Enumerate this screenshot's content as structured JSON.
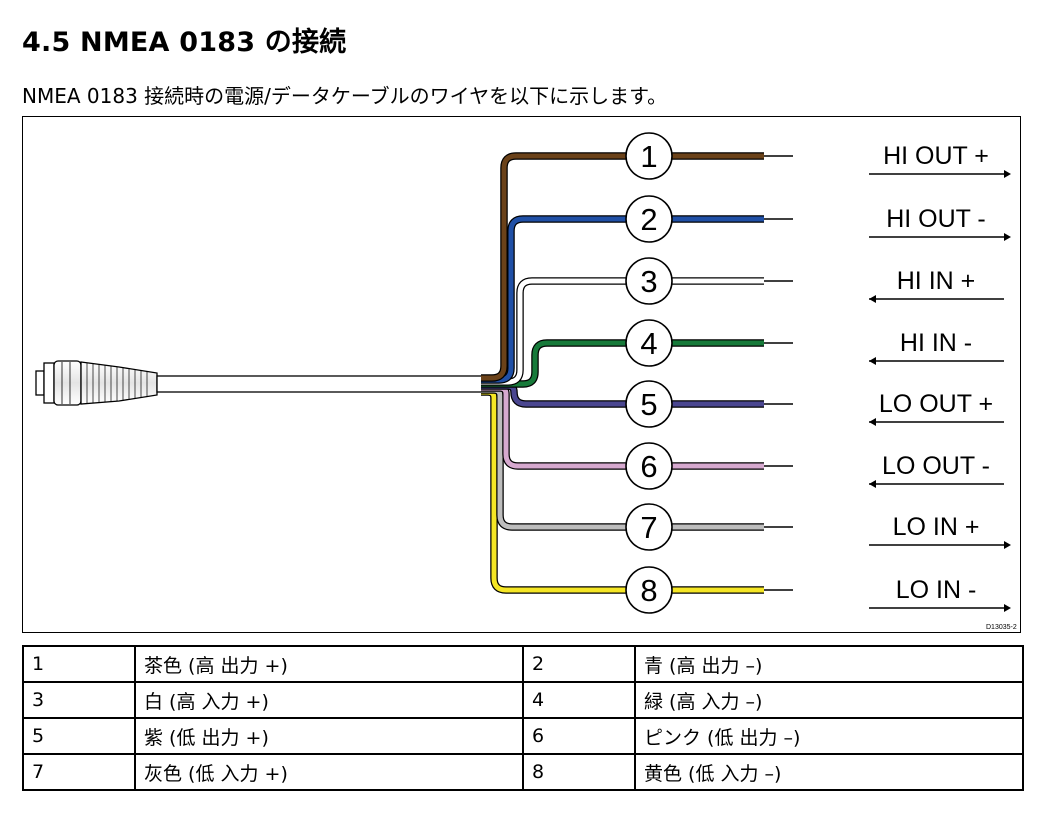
{
  "heading": "4.5 NMEA 0183 の接続",
  "intro": "NMEA 0183 接続時の電源/データケーブルのワイヤを以下に示します。",
  "diagram": {
    "reference": "D13035-2",
    "wires": [
      {
        "num": "1",
        "color": "#6b4219",
        "label": "HI OUT +",
        "direction": "out"
      },
      {
        "num": "2",
        "color": "#2050a6",
        "label": "HI OUT -",
        "direction": "out"
      },
      {
        "num": "3",
        "color": "#ffffff",
        "label": "HI IN +",
        "direction": "in"
      },
      {
        "num": "4",
        "color": "#177a3a",
        "label": "HI IN -",
        "direction": "in"
      },
      {
        "num": "5",
        "color": "#4a4690",
        "label": "LO OUT +",
        "direction": "in"
      },
      {
        "num": "6",
        "color": "#d6a9cf",
        "label": "LO OUT -",
        "direction": "in"
      },
      {
        "num": "7",
        "color": "#bdbdbd",
        "label": "LO IN +",
        "direction": "out"
      },
      {
        "num": "8",
        "color": "#f5e625",
        "label": "LO IN -",
        "direction": "out"
      }
    ]
  },
  "legend": [
    {
      "n1": "1",
      "d1": "茶色 (高 出力 +)",
      "n2": "2",
      "d2": "青 (高 出力 –)"
    },
    {
      "n1": "3",
      "d1": "白 (高 入力 +)",
      "n2": "4",
      "d2": "緑 (高 入力 –)"
    },
    {
      "n1": "5",
      "d1": "紫 (低 出力 +)",
      "n2": "6",
      "d2": "ピンク (低 出力 –)"
    },
    {
      "n1": "7",
      "d1": "灰色 (低 入力 +)",
      "n2": "8",
      "d2": "黄色 (低 入力 –)"
    }
  ]
}
